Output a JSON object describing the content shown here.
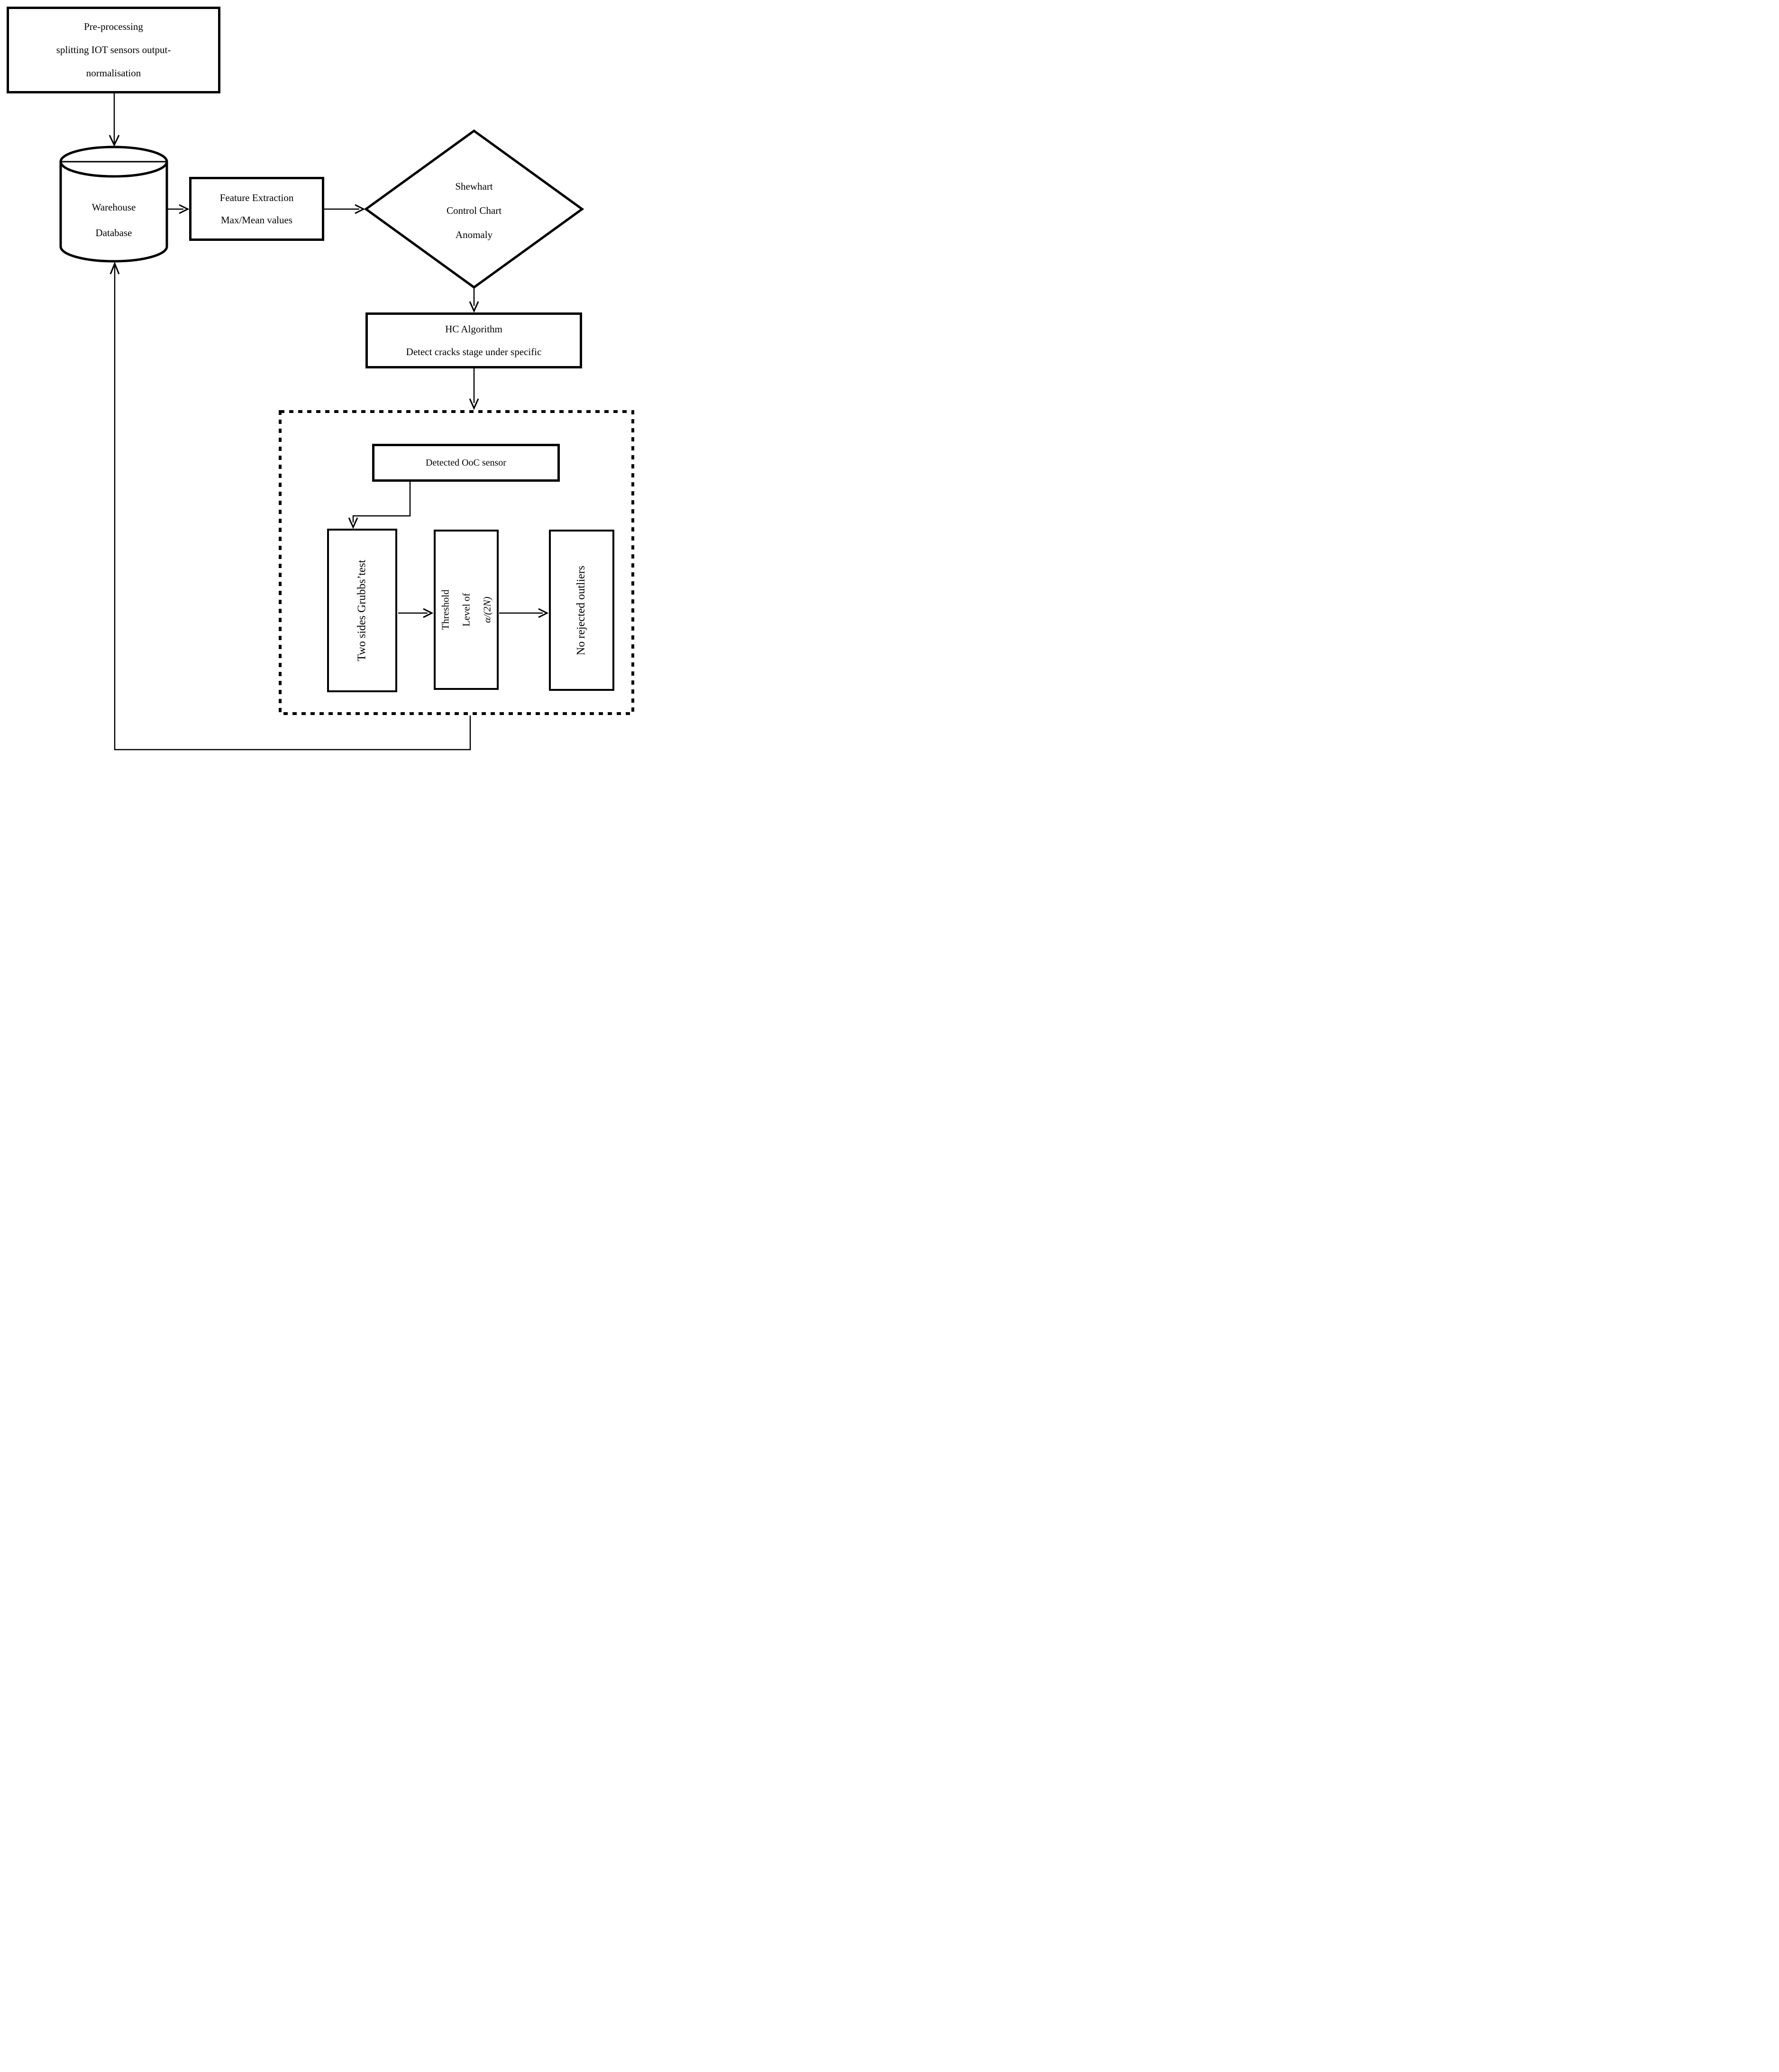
{
  "nodes": {
    "preprocessing": {
      "lines": [
        "Pre-processing",
        "splitting IOT sensors output-",
        "normalisation"
      ]
    },
    "warehouse": {
      "lines": [
        "Warehouse",
        "Database"
      ]
    },
    "feature_extraction": {
      "lines": [
        "Feature Extraction",
        "Max/Mean values"
      ]
    },
    "shewhart_diamond": {
      "lines": [
        "Shewhart",
        "Control Chart",
        "Anomaly"
      ]
    },
    "hc_algorithm": {
      "lines": [
        "HC Algorithm",
        "Detect cracks stage under specific"
      ]
    },
    "detected_ooc": {
      "label": "Detected OoC sensor"
    },
    "grubbs_test": {
      "label": "Two sides Grubbs’test"
    },
    "threshold": {
      "line1": "Threshold",
      "line2_prefix": "Level of ",
      "line2_math": "α/(2N)"
    },
    "no_rejected_outliers": {
      "label": "No rejected outliers"
    }
  },
  "colors": {
    "stroke": "#000000",
    "background": "#ffffff"
  }
}
